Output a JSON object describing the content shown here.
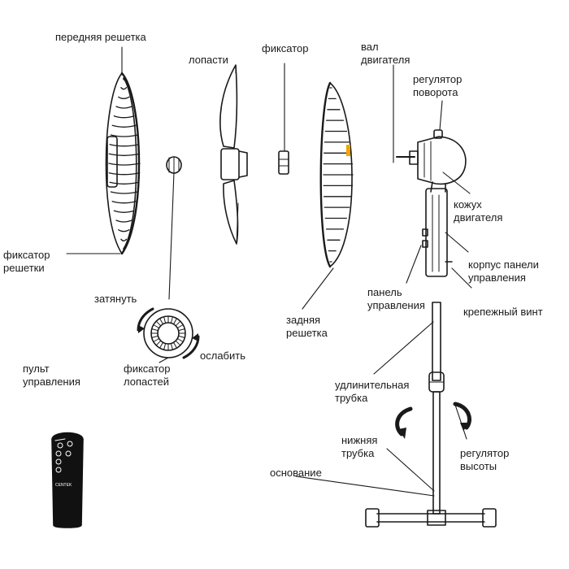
{
  "diagram": {
    "labels": {
      "front_grille": "передняя решетка",
      "blades": "лопасти",
      "clamp": "фиксатор",
      "motor_shaft": "вал\nдвигателя",
      "rotation_knob": "регулятор\nповорота",
      "grille_clamp": "фиксатор\nрешетки",
      "motor_cover": "кожух\nдвигателя",
      "panel_body": "корпус панели\nуправления",
      "control_panel": "панель\nуправления",
      "tighten": "затянуть",
      "loosen": "ослабить",
      "blade_clamp": "фиксатор\nлопастей",
      "rear_grille": "задняя\nрешетка",
      "fixing_screw": "крепежный винт",
      "remote": "пульт\nуправления",
      "extension_tube": "удлинительная\nтрубка",
      "lower_tube": "нижняя\nтрубка",
      "height_knob": "регулятор\nвысоты",
      "base": "основание"
    },
    "remote_brand": "CENTEK",
    "colors": {
      "line": "#1a1a1a",
      "remote_body": "#111111",
      "highlight": "#f2a400"
    }
  }
}
